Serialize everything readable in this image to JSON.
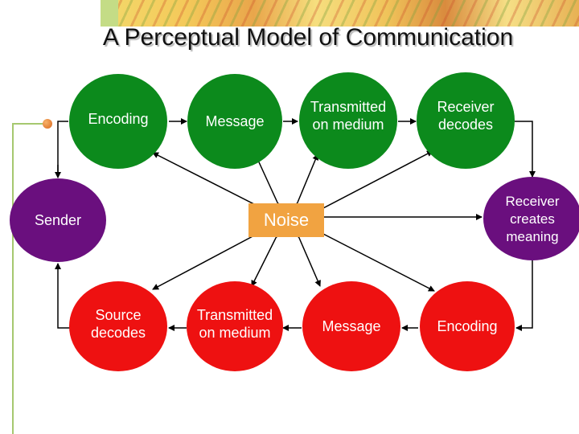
{
  "title": "A Perceptual Model of Communication",
  "nodes": {
    "top_encoding": "Encoding",
    "top_message": "Message",
    "top_transmitted": "Transmitted\non medium",
    "top_receiver_decodes": "Receiver\ndecodes",
    "sender": "Sender",
    "noise": "Noise",
    "receiver_meaning": "Receiver\ncreates\nmeaning",
    "bottom_source_decodes": "Source\ndecodes",
    "bottom_transmitted": "Transmitted\non medium",
    "bottom_message": "Message",
    "bottom_encoding": "Encoding"
  },
  "colors": {
    "green": "#0c8a1c",
    "purple": "#6a0f7e",
    "red": "#ee1111",
    "noise": "#f1a341",
    "accent_line": "#a6c86f"
  }
}
